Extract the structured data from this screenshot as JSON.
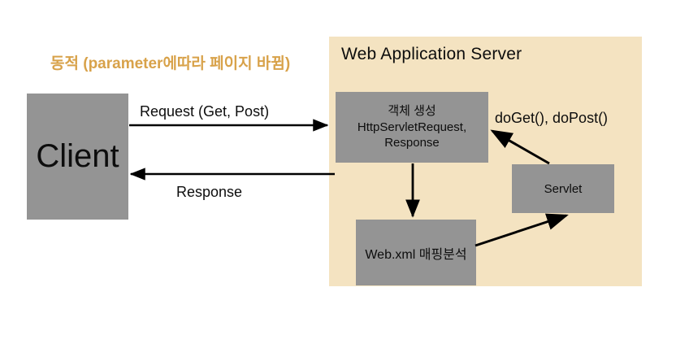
{
  "diagram": {
    "headline": "동적 (parameter에따라 페이지 바뀜)",
    "panel_title": "Web Application Server",
    "colors": {
      "background": "#ffffff",
      "panel": "#f4e3c1",
      "box": "#949494",
      "headline_text": "#d8a24a",
      "text": "#0d0d0d",
      "arrow": "#000000"
    },
    "nodes": {
      "client": {
        "label": "Client"
      },
      "objects": {
        "line1": "객체 생성",
        "line2": "HttpServletRequest,",
        "line3": "Response"
      },
      "servlet": {
        "label": "Servlet"
      },
      "webxml": {
        "label": "Web.xml 매핑분석"
      }
    },
    "edges": {
      "request": "Request (Get, Post)",
      "response": "Response",
      "doget_dopost": "doGet(), doPost()"
    }
  }
}
